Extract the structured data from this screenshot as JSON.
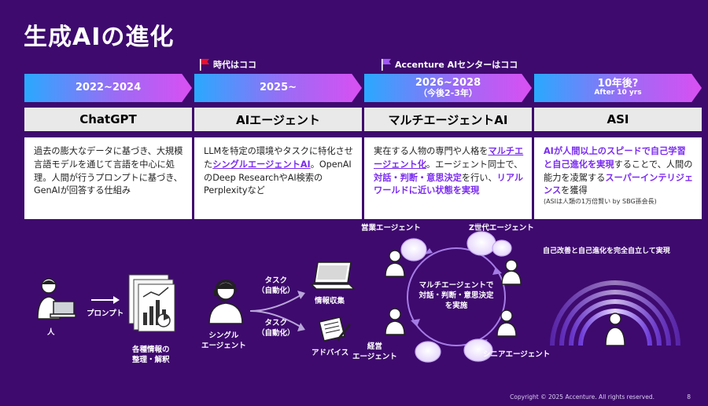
{
  "title": "生成AIの進化",
  "markers": {
    "current": "時代はココ",
    "accenture": "Accenture AIセンターはココ"
  },
  "columns": [
    {
      "period": "2022~2024",
      "period_sub": "",
      "name": "ChatGPT",
      "desc": [
        {
          "t": "過去の膨大なデータに基づき、大規模言語モデルを通じて言語を中心に処理。人間が行うプロンプトに基づき、GenAIが回答する仕組み"
        }
      ]
    },
    {
      "period": "2025~",
      "period_sub": "",
      "name": "AIエージェント",
      "desc": [
        {
          "t": "LLMを特定の環境やタスクに特化させた"
        },
        {
          "t": "シングルエージェントAI",
          "hl": true
        },
        {
          "t": "。OpenAIのDeep ResearchやAI検索のPerplexityなど"
        }
      ]
    },
    {
      "period": "2026~2028",
      "period_sub": "（今後2-3年）",
      "name": "マルチエージェントAI",
      "desc": [
        {
          "t": "実在する人物の専門や人格を"
        },
        {
          "t": "マルチエージェント化",
          "hl": true
        },
        {
          "t": "。エージェント同士で、"
        },
        {
          "t": "対話・判断・意思決定",
          "hl2": true
        },
        {
          "t": "を行い、"
        },
        {
          "t": "リアルワールドに近い状態を実現",
          "hl2": true
        }
      ]
    },
    {
      "period": "10年後?",
      "period_sub": "After 10 yrs",
      "name": "ASI",
      "desc": [
        {
          "t": "AIが人間以上のスピードで自己学習と自己進化を実現",
          "hl2": true
        },
        {
          "t": "することで、人間の能力を凌駕する"
        },
        {
          "t": "スーパーインテリジェンス",
          "hl2": true
        },
        {
          "t": "を獲得"
        }
      ],
      "note": "(ASIは人類の1万倍賢い by SBG孫会長)"
    }
  ],
  "diagram": {
    "person": "人",
    "prompt": "プロンプト",
    "info": "各種情報の\n整理・解釈",
    "single_agent": "シングル\nエージェント",
    "task1": "タスク\n（自動化）",
    "task2": "タスク\n（自動化）",
    "collect": "情報収集",
    "advice": "アドバイス",
    "sales_agent": "営業エージェント",
    "genz_agent": "Z世代エージェント",
    "exec_agent": "経営\nエージェント",
    "senior_agent": "シニアエージェント",
    "multi_center": "マルチエージェントで\n対話・判断・意思決定\nを実施",
    "asi_caption": "自己改善と自己進化を完全自立して実現"
  },
  "footer": "Copyright © 2025 Accenture. All rights reserved.",
  "page": "8",
  "colors": {
    "background": "#3e0a6e",
    "accent_purple": "#7b2cf0",
    "flag_red": "#e8112d",
    "flag_purple": "#a056f5"
  }
}
